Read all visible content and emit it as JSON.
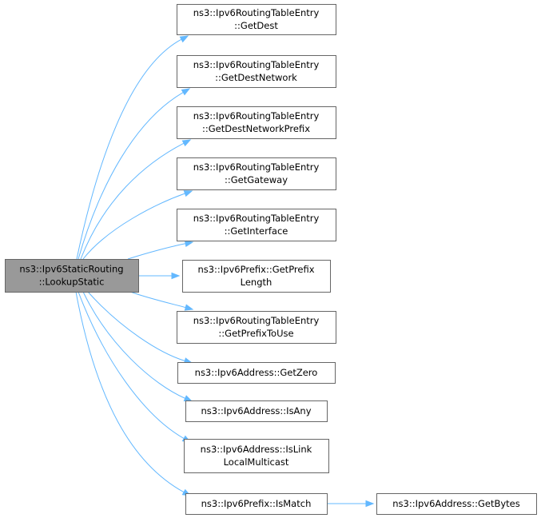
{
  "root": {
    "lines": [
      "ns3::Ipv6StaticRouting",
      "::LookupStatic"
    ]
  },
  "callees": [
    {
      "id": "getdest",
      "lines": [
        "ns3::Ipv6RoutingTableEntry",
        "::GetDest"
      ]
    },
    {
      "id": "getdestnetwork",
      "lines": [
        "ns3::Ipv6RoutingTableEntry",
        "::GetDestNetwork"
      ]
    },
    {
      "id": "getdestnetworkprefix",
      "lines": [
        "ns3::Ipv6RoutingTableEntry",
        "::GetDestNetworkPrefix"
      ]
    },
    {
      "id": "getgateway",
      "lines": [
        "ns3::Ipv6RoutingTableEntry",
        "::GetGateway"
      ]
    },
    {
      "id": "getinterface",
      "lines": [
        "ns3::Ipv6RoutingTableEntry",
        "::GetInterface"
      ]
    },
    {
      "id": "getprefixlength",
      "lines": [
        "ns3::Ipv6Prefix::GetPrefix",
        "Length"
      ]
    },
    {
      "id": "getprefixtouse",
      "lines": [
        "ns3::Ipv6RoutingTableEntry",
        "::GetPrefixToUse"
      ]
    },
    {
      "id": "getzero",
      "lines": [
        "ns3::Ipv6Address::GetZero"
      ]
    },
    {
      "id": "isany",
      "lines": [
        "ns3::Ipv6Address::IsAny"
      ]
    },
    {
      "id": "islinklocalmulticast",
      "lines": [
        "ns3::Ipv6Address::IsLink",
        "LocalMulticast"
      ]
    },
    {
      "id": "ismatch",
      "lines": [
        "ns3::Ipv6Prefix::IsMatch"
      ]
    }
  ],
  "secondary": [
    {
      "id": "getbytes",
      "from": "ismatch",
      "lines": [
        "ns3::Ipv6Address::GetBytes"
      ]
    }
  ],
  "colors": {
    "edge": "#63b8ff",
    "root_fill": "#999999",
    "border": "#666666"
  }
}
